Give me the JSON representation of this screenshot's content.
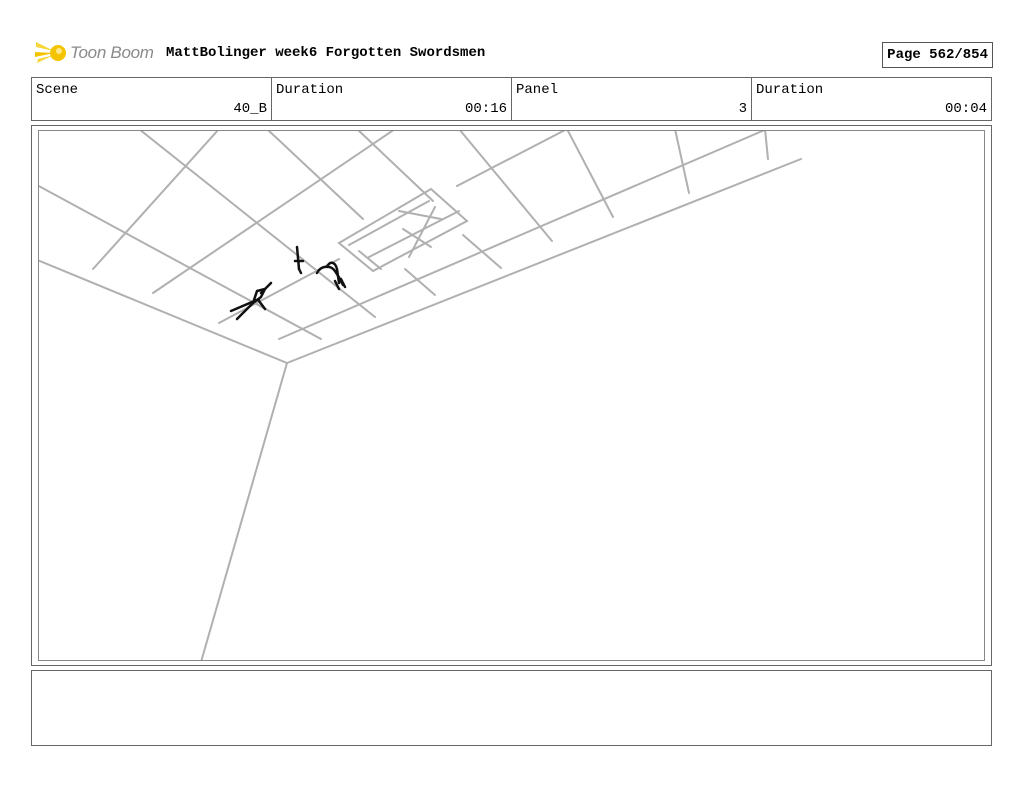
{
  "header": {
    "logo_text": "Toon Boom",
    "project_title": "MattBolinger week6 Forgotten Swordsmen",
    "page_label": "Page 562/854"
  },
  "info": {
    "scene_label": "Scene",
    "scene_value": "40_B",
    "scene_duration_label": "Duration",
    "scene_duration_value": "00:16",
    "panel_label": "Panel",
    "panel_value": "3",
    "panel_duration_label": "Duration",
    "panel_duration_value": "00:04"
  },
  "colors": {
    "sketch_gray": "#b0b0b0",
    "figure_black": "#111111",
    "logo_yellow": "#f5c400",
    "logo_text_gray": "#8a8a8a"
  },
  "notes": {
    "text": ""
  }
}
